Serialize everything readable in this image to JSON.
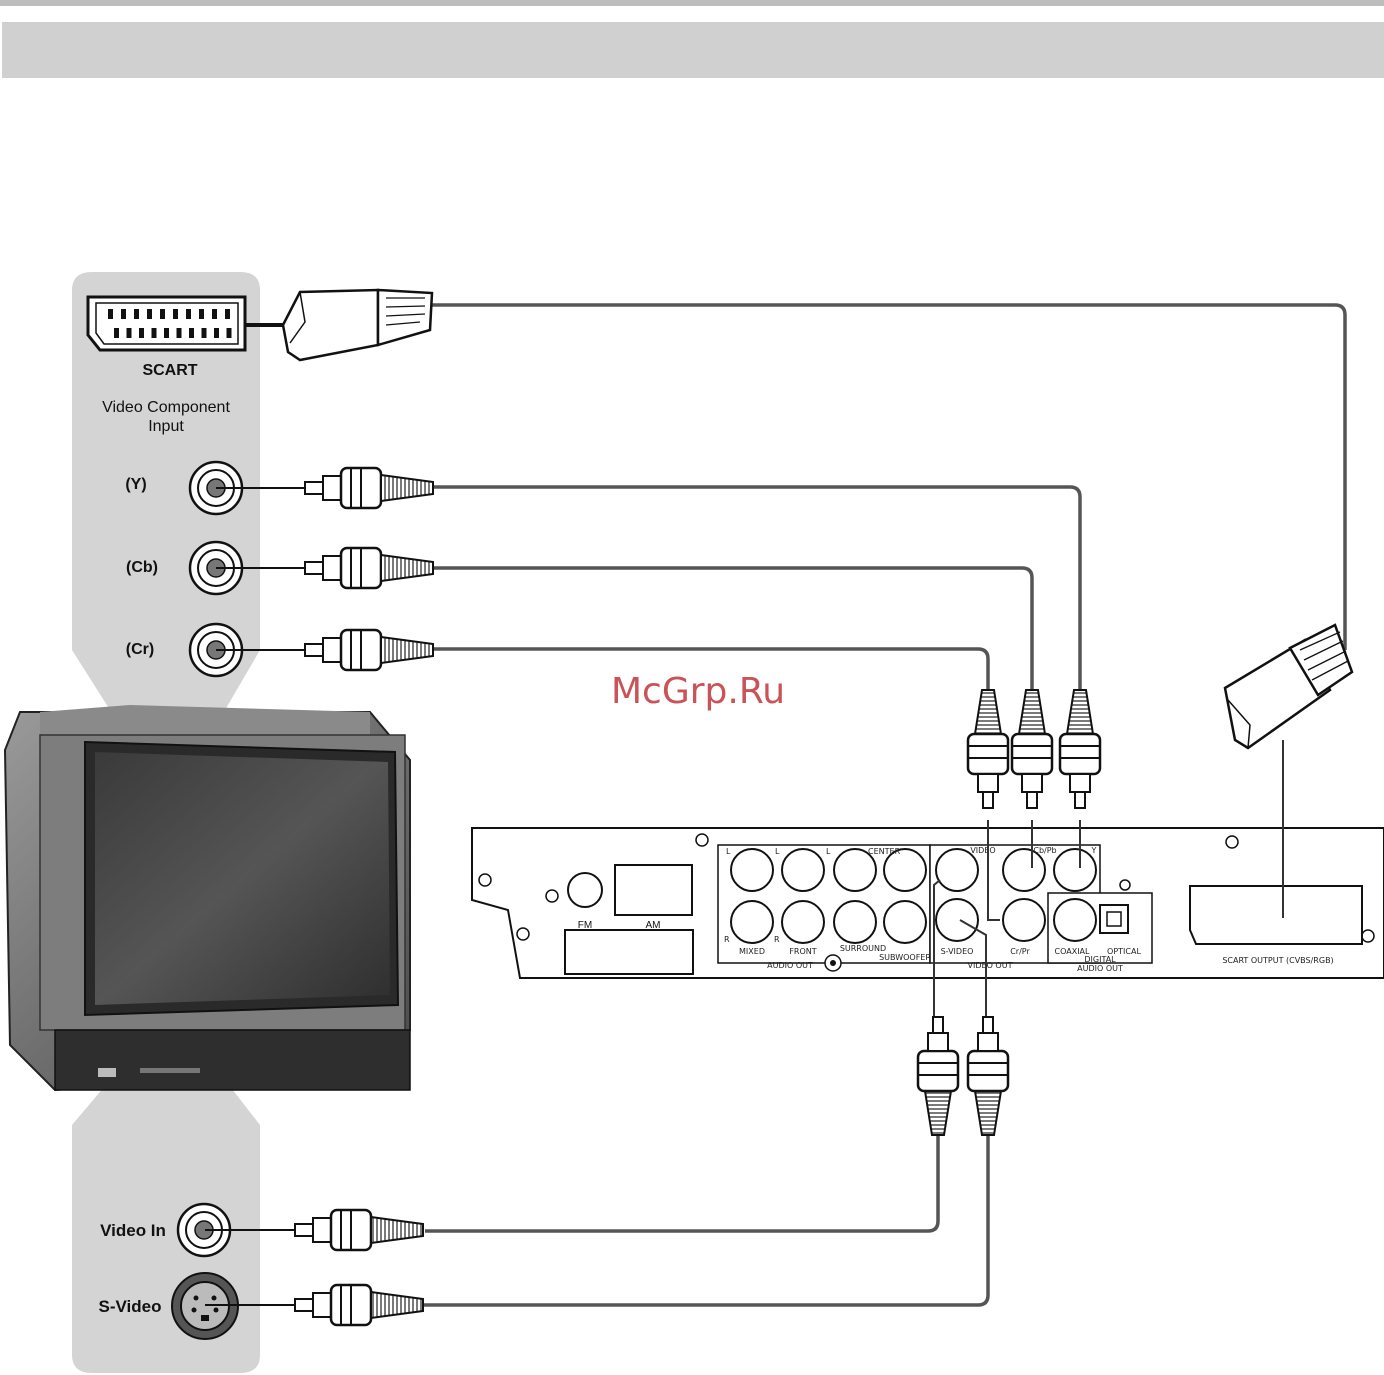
{
  "tv_panel": {
    "scart_label": "SCART",
    "component_title_line1": "Video Component",
    "component_title_line2": "Input",
    "y_label": "(Y)",
    "cb_label": "(Cb)",
    "cr_label": "(Cr)",
    "video_in_label": "Video In",
    "svideo_label": "S-Video"
  },
  "watermark": "McGrp.Ru",
  "player": {
    "fm": "FM",
    "am": "AM",
    "l1": "L",
    "l2": "L",
    "l3": "L",
    "r1": "R",
    "r2": "R",
    "center": "CENTER",
    "mixed": "MIXED",
    "front": "FRONT",
    "surround": "SURROUND",
    "subwoofer": "SUBWOOFER",
    "audio_out": "AUDIO OUT",
    "video": "VIDEO",
    "cbpb": "Cb/Pb",
    "y": "Y",
    "svideo": "S-VIDEO",
    "crpr": "Cr/Pr",
    "video_out": "VIDEO OUT",
    "coaxial": "COAXIAL",
    "optical": "OPTICAL",
    "digital_line1": "DIGITAL",
    "digital_line2": "AUDIO OUT",
    "scart_output": "SCART OUTPUT (CVBS/RGB)"
  },
  "colors": {
    "header_bar": "#d0d0d0",
    "panel": "#d4d4d4",
    "cable": "#555555",
    "watermark": "#c0353a"
  }
}
